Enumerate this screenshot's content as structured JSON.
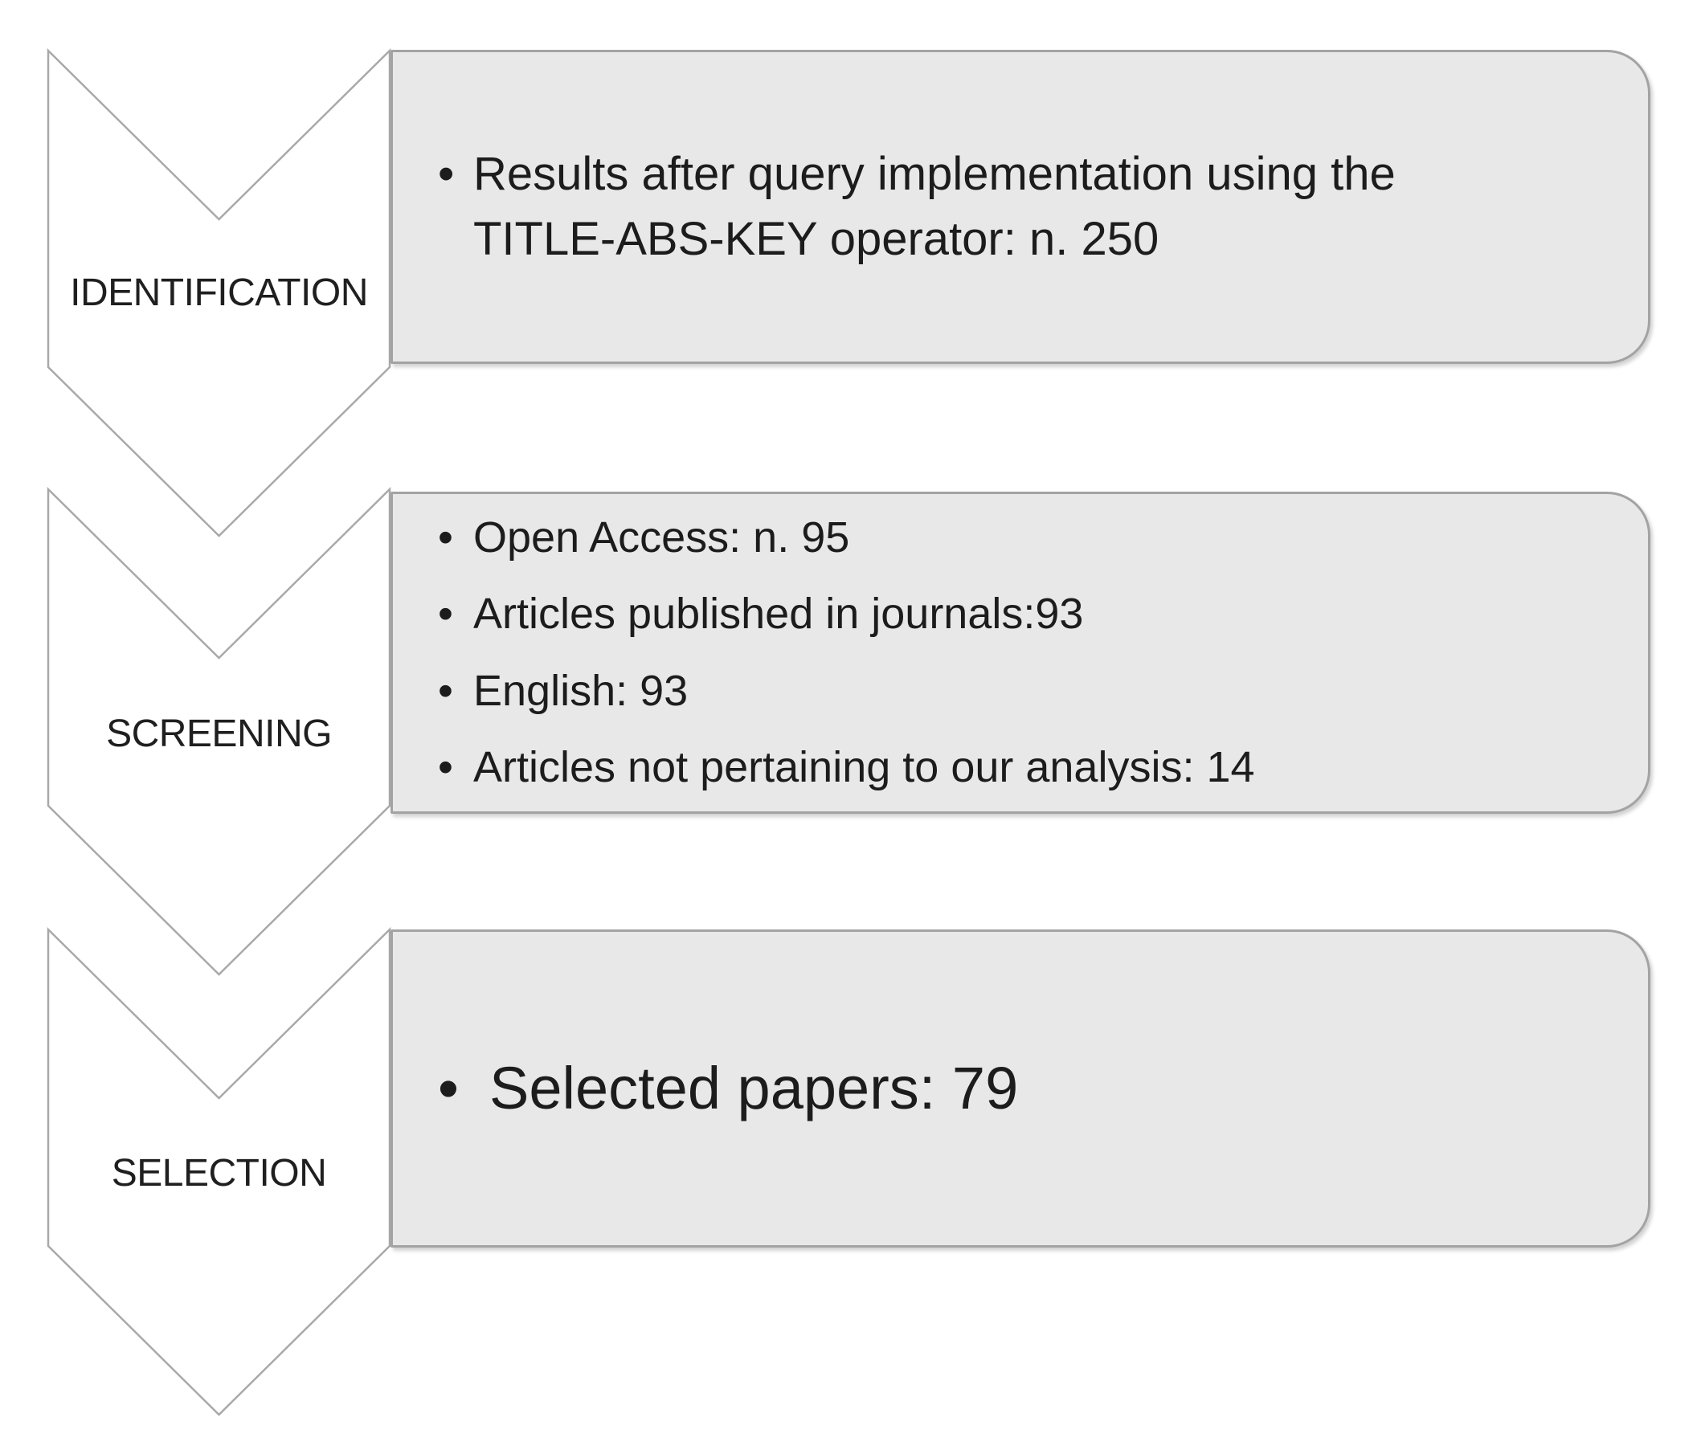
{
  "diagram": {
    "title_visible": false,
    "bullet_glyph": "•",
    "colors": {
      "box_fill": "#e8e8e8",
      "box_border": "#a3a3a3",
      "chevron_stroke": "#a9a9a9",
      "chevron_fill": "#ffffff",
      "text": "#1c1c1c"
    },
    "stages": [
      {
        "label": "IDENTIFICATION",
        "bullets": [
          "Results after query implementation using the\nTITLE-ABS-KEY operator: n. 250"
        ]
      },
      {
        "label": "SCREENING",
        "bullets": [
          "Open Access: n. 95",
          "Articles published in journals:93",
          "English: 93",
          "Articles not pertaining to our analysis: 14"
        ]
      },
      {
        "label": "SELECTION",
        "bullets": [
          "Selected papers: 79"
        ]
      }
    ]
  }
}
